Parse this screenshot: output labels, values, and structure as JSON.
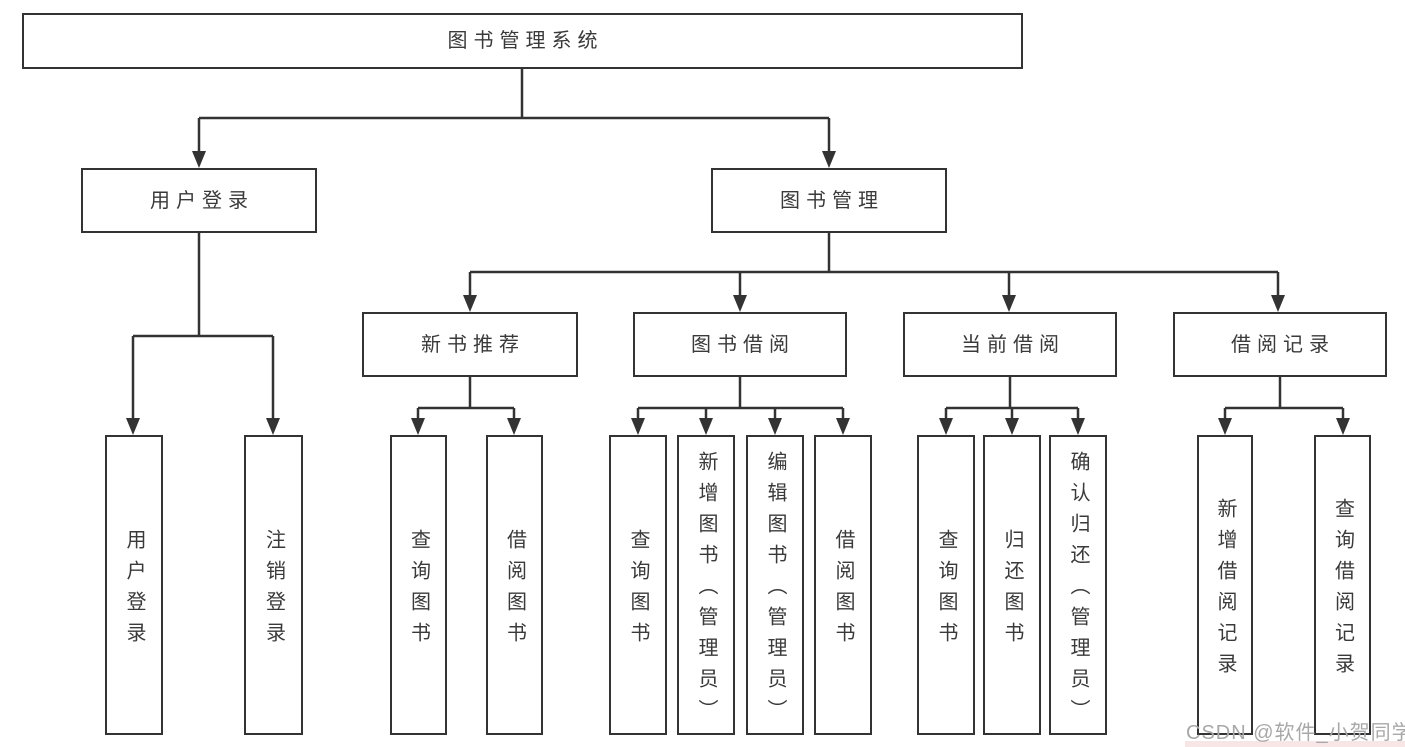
{
  "tree": {
    "root": {
      "label": "图书管理系统"
    },
    "children": [
      {
        "label": "用户登录",
        "children": [
          {
            "label": "用户登录"
          },
          {
            "label": "注销登录"
          }
        ]
      },
      {
        "label": "图书管理",
        "children": [
          {
            "label": "新书推荐",
            "children": [
              {
                "label": "查询图书"
              },
              {
                "label": "借阅图书"
              }
            ]
          },
          {
            "label": "图书借阅",
            "children": [
              {
                "label": "查询图书"
              },
              {
                "label": "新增图书（管理员）"
              },
              {
                "label": "编辑图书（管理员）"
              },
              {
                "label": "借阅图书"
              }
            ]
          },
          {
            "label": "当前借阅",
            "children": [
              {
                "label": "查询图书"
              },
              {
                "label": "归还图书"
              },
              {
                "label": "确认归还（管理员）"
              }
            ]
          },
          {
            "label": "借阅记录",
            "children": [
              {
                "label": "新增借阅记录"
              },
              {
                "label": "查询借阅记录"
              }
            ]
          }
        ]
      }
    ]
  },
  "watermark": {
    "text": "CSDN @软件_小贺同学",
    "color": "#a8a8a8"
  },
  "colors": {
    "line": "#333333",
    "box_border": "#333333",
    "text": "#3a3a3a",
    "background": "#ffffff"
  }
}
